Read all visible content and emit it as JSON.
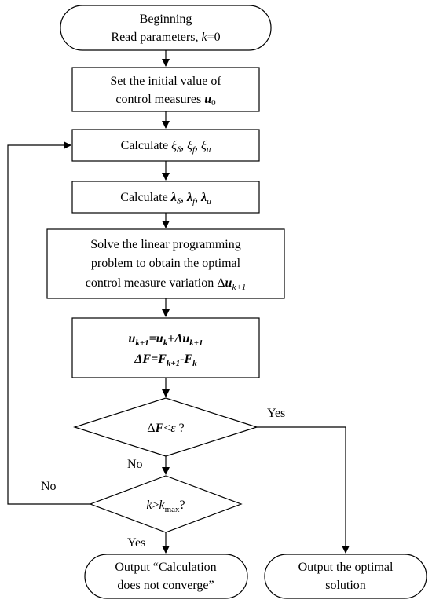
{
  "colors": {
    "stroke": "#000000",
    "fill": "#ffffff",
    "text": "#000000"
  },
  "nodes": {
    "start": {
      "line1": "Beginning",
      "line2_text": "Read parameters, ",
      "line2_k": "k",
      "line2_eq": "=0"
    },
    "init": {
      "line1": "Set the initial value of",
      "line2_text": "control measures ",
      "line2_u": "u",
      "line2_sub": "0"
    },
    "calc_xi": {
      "prefix": "Calculate ",
      "sym": "ξ",
      "s1": "δ",
      "s2": "f",
      "s3": "u",
      "sep": ", "
    },
    "calc_lambda": {
      "prefix": "Calculate ",
      "sym": "λ",
      "s1": "δ",
      "s2": "f",
      "s3": "u",
      "sep": ", "
    },
    "solve": {
      "line1": "Solve the linear programming",
      "line2": "problem to obtain the optimal",
      "line3_text": "control measure variation ",
      "line3_delta": "Δ",
      "line3_u": "u",
      "line3_sub": "k+1"
    },
    "update": {
      "u": "u",
      "k1": "k+1",
      "eq": "=",
      "uk": "u",
      "k": "k",
      "plus": "+",
      "du": "Δu",
      "dk1": "k+1",
      "dF": "ΔF",
      "eq2": "=",
      "F": "F",
      "Fk1": "k+1",
      "minus": "-",
      "F2": "F",
      "Fk": "k"
    },
    "check_conv": {
      "delta": "Δ",
      "F": "F",
      "lt": "<",
      "eps": "ε",
      "q": " ?"
    },
    "check_k": {
      "k": "k",
      "gt": ">",
      "k2": "k",
      "max": "max",
      "q": "?"
    },
    "out_fail": {
      "line1": "Output “Calculation",
      "line2": "does not converge”"
    },
    "out_ok": {
      "line1": "Output the optimal",
      "line2": "solution"
    }
  },
  "edges": {
    "yes_conv": "Yes",
    "no_conv": "No",
    "no_k": "No",
    "yes_k": "Yes"
  }
}
